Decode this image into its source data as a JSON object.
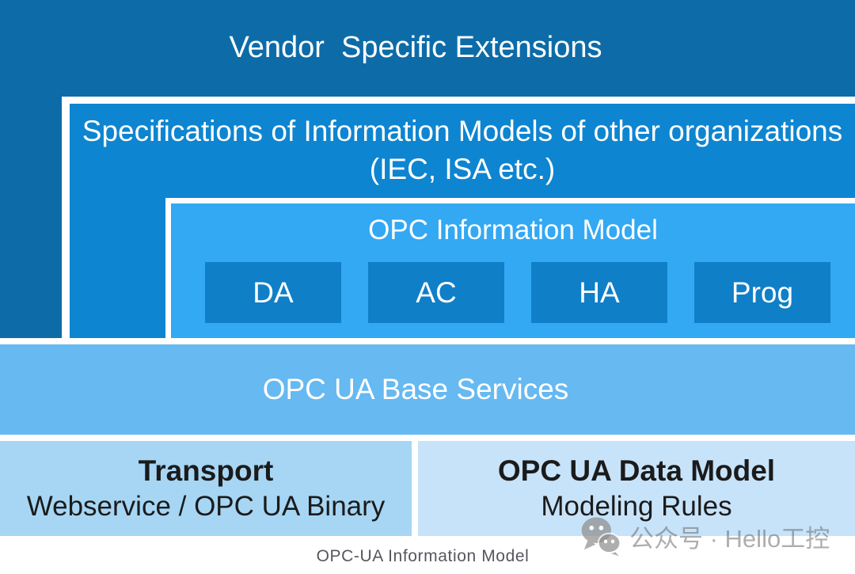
{
  "diagram": {
    "vendor_extensions": {
      "label": "Vendor  Specific Extensions"
    },
    "other_org_specs": {
      "line1": "Specifications of Information Models of other organizations",
      "line2": "(IEC, ISA etc.)"
    },
    "opc_information_model": {
      "title": "OPC Information Model",
      "items": [
        "DA",
        "AC",
        "HA",
        "Prog"
      ]
    },
    "base_services": {
      "label": "OPC UA Base Services"
    },
    "transport": {
      "title": "Transport",
      "subtitle": "Webservice / OPC UA Binary"
    },
    "data_model": {
      "title": "OPC UA Data Model",
      "subtitle": "Modeling Rules"
    },
    "caption": "OPC-UA Information Model"
  },
  "watermark": {
    "icon": "wechat-bubbles-icon",
    "text": "公众号 · Hello工控"
  },
  "colors": {
    "vendor_box": "#0D6CA8",
    "specs_box": "#0E85D0",
    "info_model_box": "#33A8F3",
    "item_box": "#0F7FC8",
    "base_band": "#66B9F1",
    "transport_box": "#A6D6F4",
    "data_model_box": "#C7E3FA",
    "frame_gap": "#FFFFFF",
    "dark_text": "#1B1B1B",
    "caption_text": "#56565E"
  }
}
